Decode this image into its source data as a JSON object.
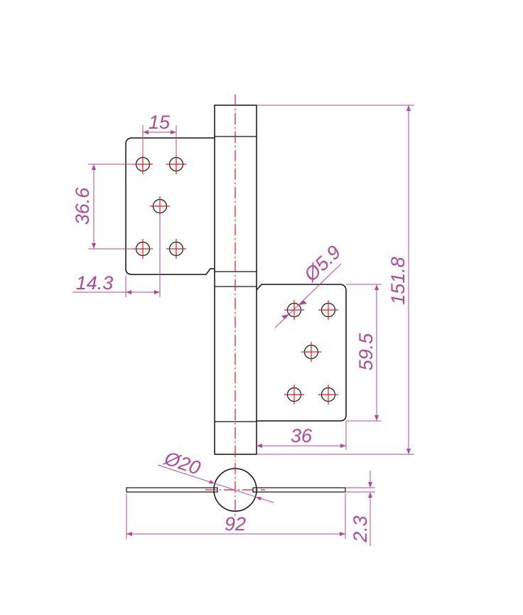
{
  "drawing": {
    "colors": {
      "outline": "#111111",
      "dimension": "#b0479a",
      "centerline": "#e31919",
      "background": "#ffffff"
    },
    "dimensions": {
      "top_hole_spacing": "15",
      "left_vertical_spacing": "36.6",
      "left_edge_offset": "14.3",
      "hole_diameter": "Ø5.9",
      "total_height": "151.8",
      "right_vertical_spacing": "59.5",
      "right_width": "36",
      "pin_diameter": "Ø20",
      "total_width": "92",
      "leaf_thickness": "2.3"
    }
  }
}
